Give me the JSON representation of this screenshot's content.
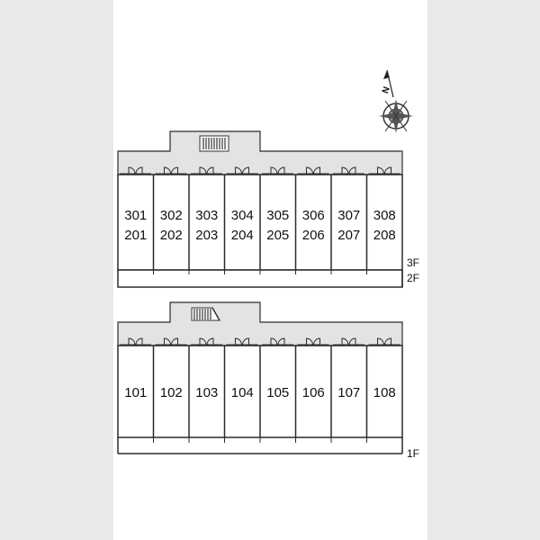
{
  "upper_block": {
    "units_top": [
      "301",
      "302",
      "303",
      "304",
      "305",
      "306",
      "307",
      "308"
    ],
    "units_bottom": [
      "201",
      "202",
      "203",
      "204",
      "205",
      "206",
      "207",
      "208"
    ],
    "floor_labels": [
      "3F",
      "2F"
    ]
  },
  "lower_block": {
    "units": [
      "101",
      "102",
      "103",
      "104",
      "105",
      "106",
      "107",
      "108"
    ],
    "floor_label": "1F"
  },
  "compass": {
    "north": "N"
  },
  "colors": {
    "corridor": "#e3e3e3",
    "line": "#2b2b2b",
    "page_bg": "#e9e9e9"
  }
}
